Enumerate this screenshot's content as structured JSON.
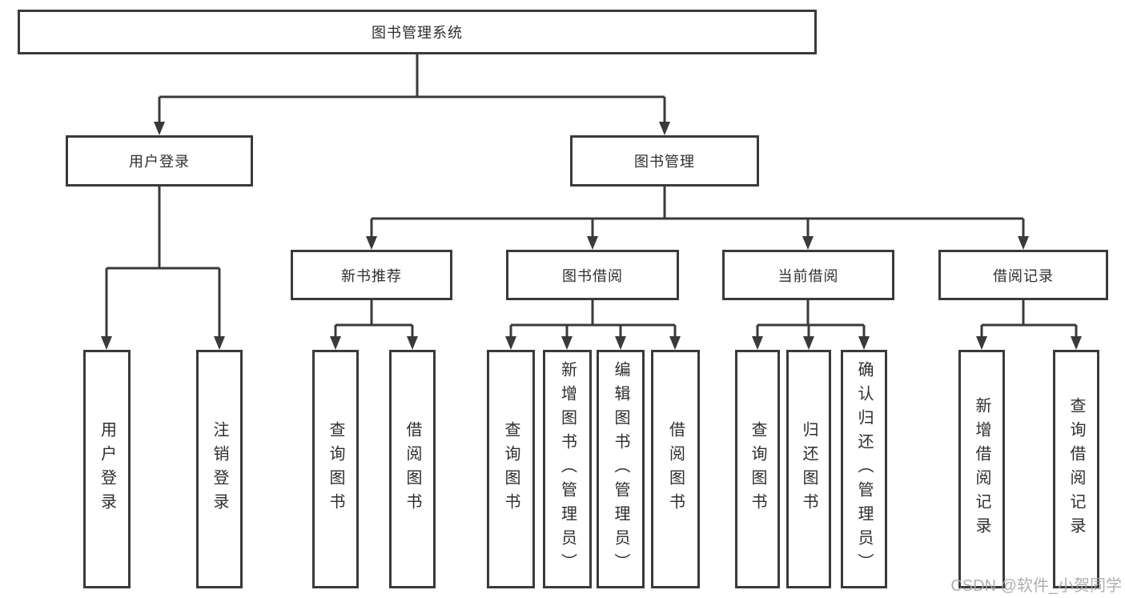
{
  "diagram": {
    "title": "图书管理系统",
    "branches": [
      {
        "label": "用户登录",
        "children": [
          {
            "label": "用户登录"
          },
          {
            "label": "注销登录"
          }
        ]
      },
      {
        "label": "图书管理",
        "children": [
          {
            "label": "新书推荐",
            "children": [
              {
                "label": "查询图书"
              },
              {
                "label": "借阅图书"
              }
            ]
          },
          {
            "label": "图书借阅",
            "children": [
              {
                "label": "查询图书"
              },
              {
                "label": "新增图书（管理员）"
              },
              {
                "label": "编辑图书（管理员）"
              },
              {
                "label": "借阅图书"
              }
            ]
          },
          {
            "label": "当前借阅",
            "children": [
              {
                "label": "查询图书"
              },
              {
                "label": "归还图书"
              },
              {
                "label": "确认归还（管理员）"
              }
            ]
          },
          {
            "label": "借阅记录",
            "children": [
              {
                "label": "新增借阅记录"
              },
              {
                "label": "查询借阅记录"
              }
            ]
          }
        ]
      }
    ]
  },
  "colors": {
    "line": "#3a3a3a",
    "text": "#2e2e2e",
    "watermark": "#a6a6a6",
    "background": "#ffffff"
  },
  "watermark": "CSDN @软件_小贺同学"
}
